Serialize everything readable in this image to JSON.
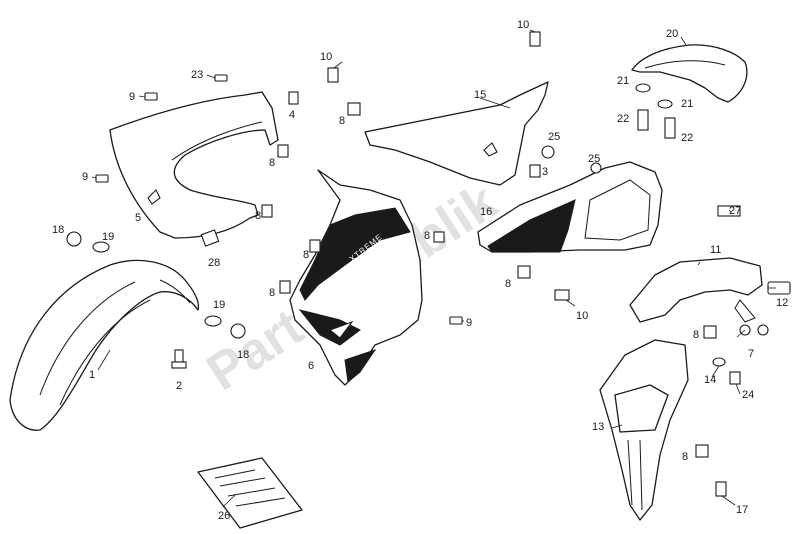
{
  "watermark": "Partsrepublik",
  "decal_text": "XTREME",
  "callouts": {
    "c1": "1",
    "c2": "2",
    "c4": "4",
    "c5": "5",
    "c6": "6",
    "c7": "7",
    "c8a": "8",
    "c8b": "8",
    "c8c": "8",
    "c8d": "8",
    "c8e": "8",
    "c8f": "8",
    "c8g": "8",
    "c8h": "8",
    "c8i": "8",
    "c9a": "9",
    "c9b": "9",
    "c9c": "9",
    "c10a": "10",
    "c10b": "10",
    "c10c": "10",
    "c11": "11",
    "c12": "12",
    "c13": "13",
    "c14": "14",
    "c15": "15",
    "c16": "16",
    "c17": "17",
    "c18a": "18",
    "c18b": "18",
    "c19a": "19",
    "c19b": "19",
    "c20": "20",
    "c21a": "21",
    "c21b": "21",
    "c22a": "22",
    "c22b": "22",
    "c23": "23",
    "c24": "24",
    "c25a": "25",
    "c25b": "25",
    "c26": "26",
    "c27": "27",
    "c28": "28",
    "c3": "3"
  }
}
